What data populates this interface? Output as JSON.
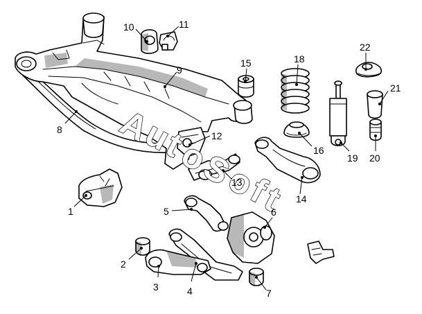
{
  "diagram": {
    "type": "exploded-parts-diagram",
    "watermark": {
      "text": "AutoSoft",
      "letters": [
        "A",
        "u",
        "t",
        "o",
        "S",
        "o",
        "f",
        "t"
      ]
    },
    "callouts": [
      {
        "label": "1"
      },
      {
        "label": "2"
      },
      {
        "label": "3"
      },
      {
        "label": "4"
      },
      {
        "label": "5"
      },
      {
        "label": "6"
      },
      {
        "label": "7"
      },
      {
        "label": "8"
      },
      {
        "label": "9"
      },
      {
        "label": "10"
      },
      {
        "label": "11"
      },
      {
        "label": "12"
      },
      {
        "label": "13"
      },
      {
        "label": "14"
      },
      {
        "label": "15"
      },
      {
        "label": "16"
      },
      {
        "label": "18"
      },
      {
        "label": "19"
      },
      {
        "label": "20"
      },
      {
        "label": "21"
      },
      {
        "label": "22"
      }
    ]
  }
}
